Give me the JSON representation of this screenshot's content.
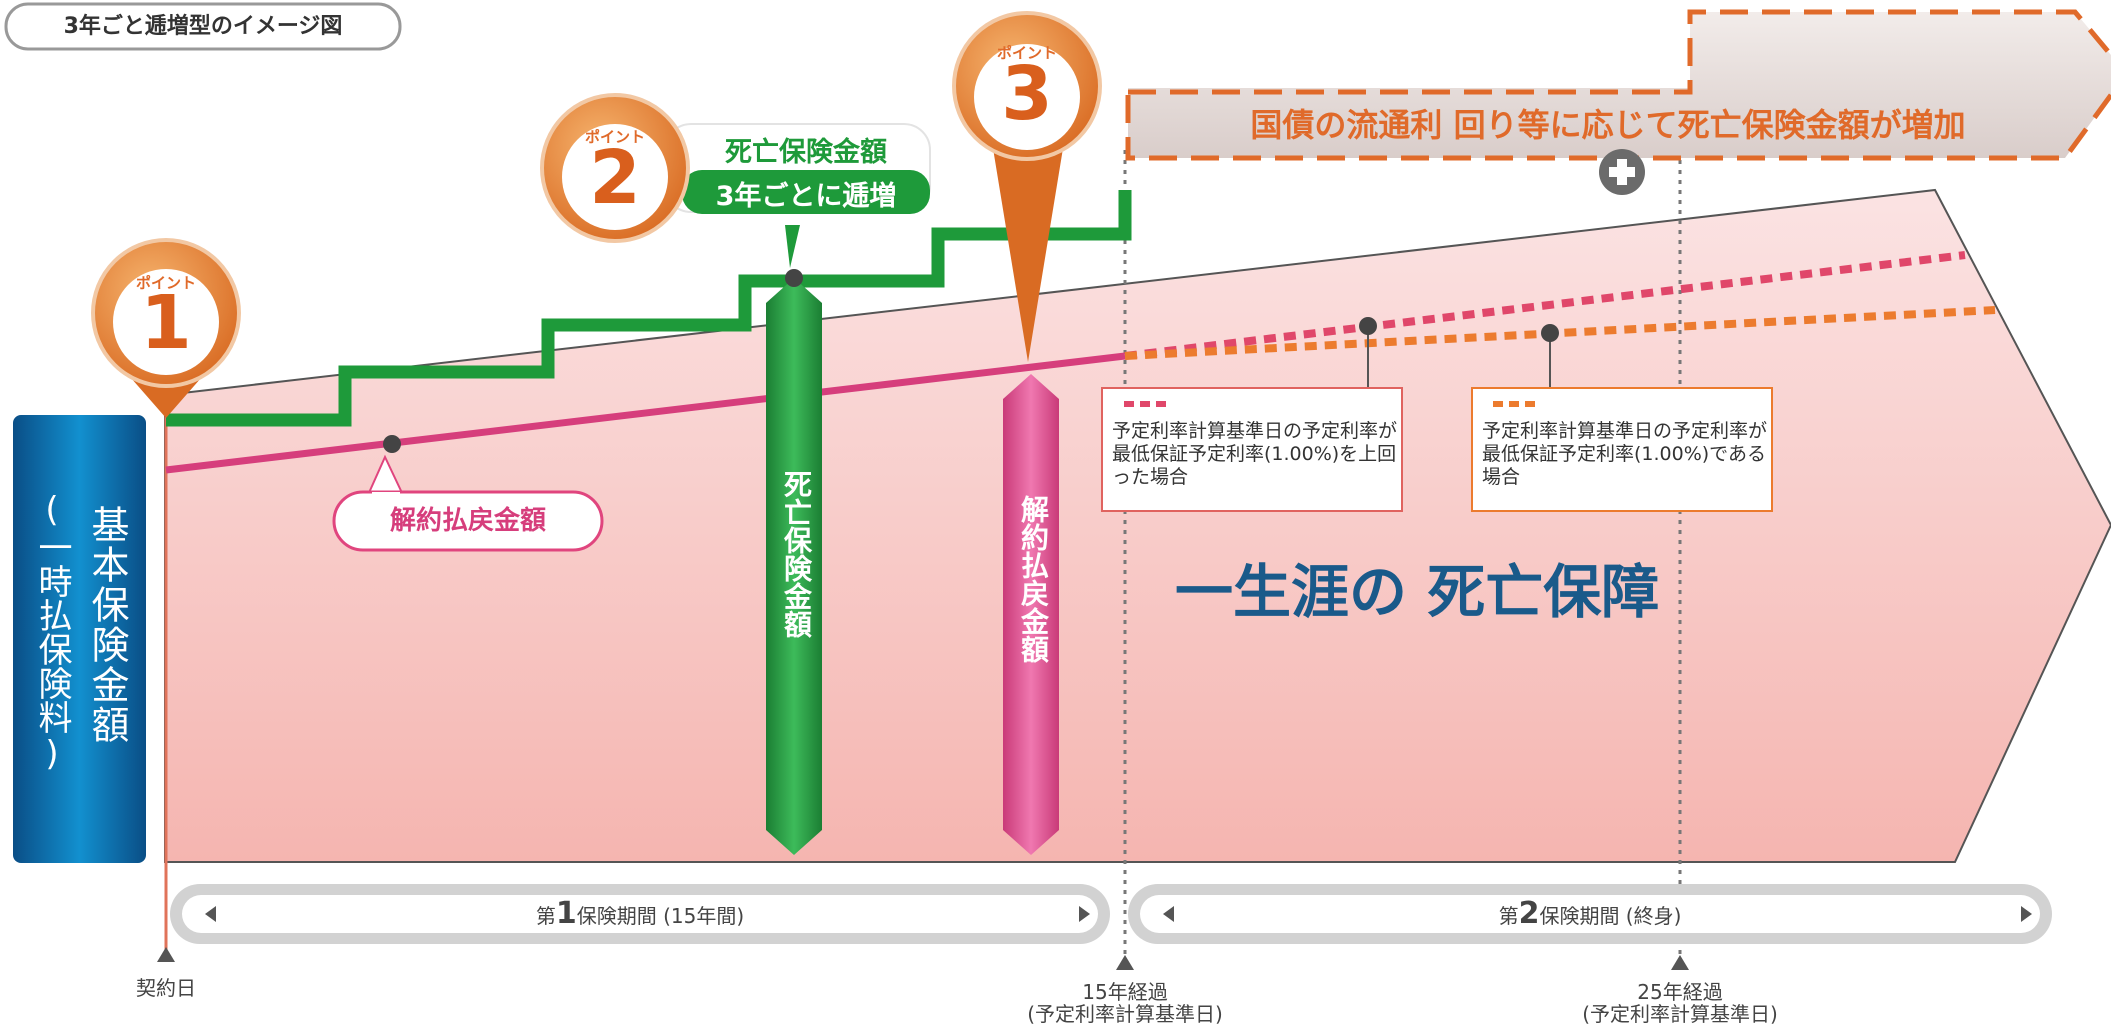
{
  "title": "3年ごと逓増型のイメージ図",
  "base_bar": {
    "line1": "基本保険金額",
    "line2": "(一時払保険料)"
  },
  "points": [
    {
      "label": "ポイント",
      "num": "1"
    },
    {
      "label": "ポイント",
      "num": "2"
    },
    {
      "label": "ポイント",
      "num": "3"
    }
  ],
  "point2_callout": {
    "line1": "死亡保険金額",
    "line2": "3年ごとに逓増"
  },
  "surrender_label": "解約払戻金額",
  "death_bar_label": "死亡保険金額",
  "surrender_bar_label": "解約払戻金額",
  "increase_banner": "国債の流通利 回り等に応じて死亡保険金額が増加",
  "plus_icon": "plus-icon",
  "legend_case_above": "予定利率計算基準日の予定利率が最低保証予定利率(1.00%)を上回った場合",
  "legend_case_equal": "予定利率計算基準日の予定利率が最低保証予定利率(1.00%)である場合",
  "lifetime_label": "一生涯の 死亡保障",
  "period1": {
    "prefix": "第",
    "num": "1",
    "suffix": "保険期間 (15年間)"
  },
  "period2": {
    "prefix": "第",
    "num": "2",
    "suffix": "保険期間 (終身)"
  },
  "timeline": {
    "contract": "契約日",
    "y15_a": "15年経過",
    "y15_b": "(予定利率計算基準日)",
    "y25_a": "25年経過",
    "y25_b": "(予定利率計算基準日)"
  },
  "colors": {
    "green": "#1e9a3a",
    "pink": "#e0457e",
    "orange": "#e8843a",
    "blue": "#0d6fa8",
    "navy": "#1a5a8a"
  }
}
